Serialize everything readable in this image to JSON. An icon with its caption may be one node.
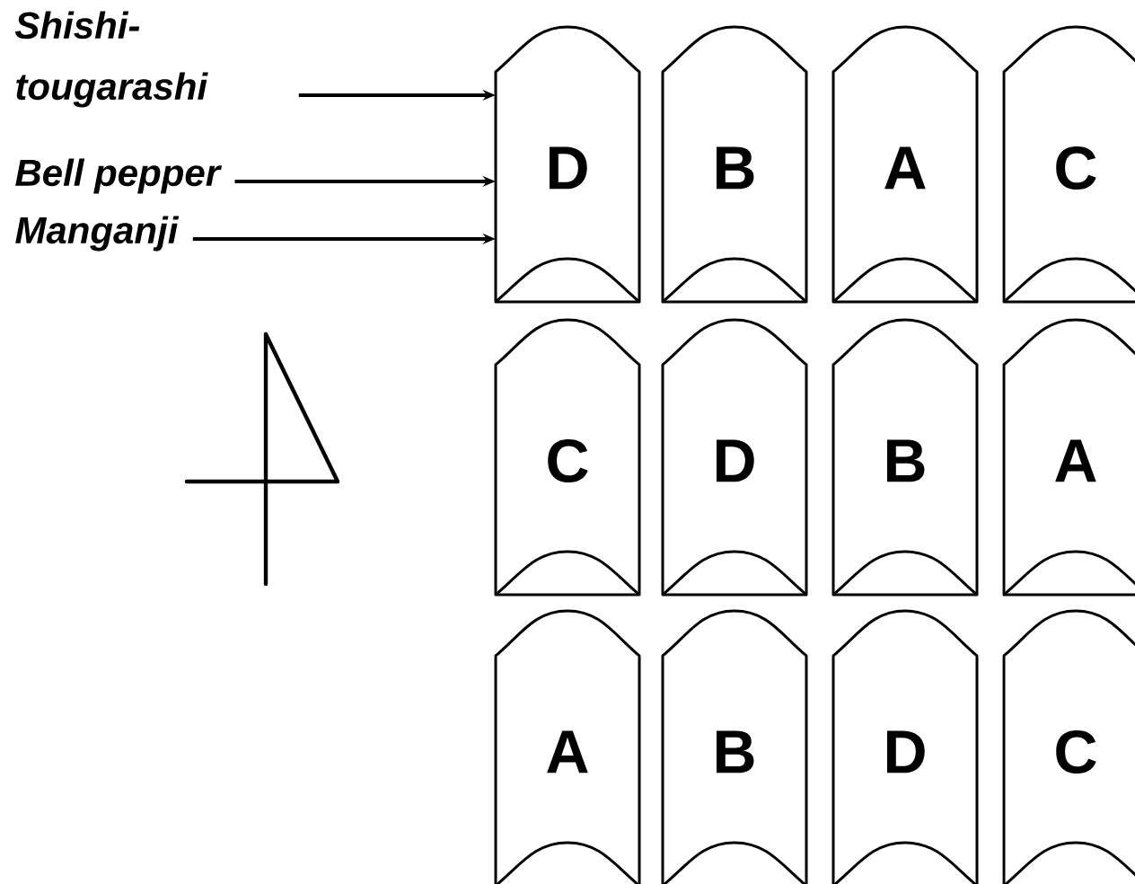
{
  "diagram": {
    "nodes": [
      {
        "text": [
          "Shishi- tougarashi"
        ]
      },
      {
        "text": [
          "Bell pepper"
        ]
      },
      {
        "text": [
          "Manganji"
        ]
      },
      {
        "text": [
          "D"
        ]
      },
      {
        "text": [
          "B"
        ]
      },
      {
        "text": [
          "A"
        ]
      },
      {
        "text": [
          "C"
        ]
      },
      {
        "text": [
          "C"
        ]
      },
      {
        "text": [
          "D"
        ]
      },
      {
        "text": [
          "B"
        ]
      },
      {
        "text": [
          "A"
        ]
      },
      {
        "text": [
          "A"
        ]
      },
      {
        "text": [
          "B"
        ]
      },
      {
        "text": [
          "D"
        ]
      },
      {
        "text": [
          "C"
        ]
      }
    ],
    "edges": [
      {
        "from": 0,
        "to": 3,
        "arrow": "to"
      },
      {
        "from": 1,
        "to": 3,
        "arrow": "to"
      },
      {
        "from": 2,
        "to": 3,
        "arrow": "to"
      }
    ]
  }
}
